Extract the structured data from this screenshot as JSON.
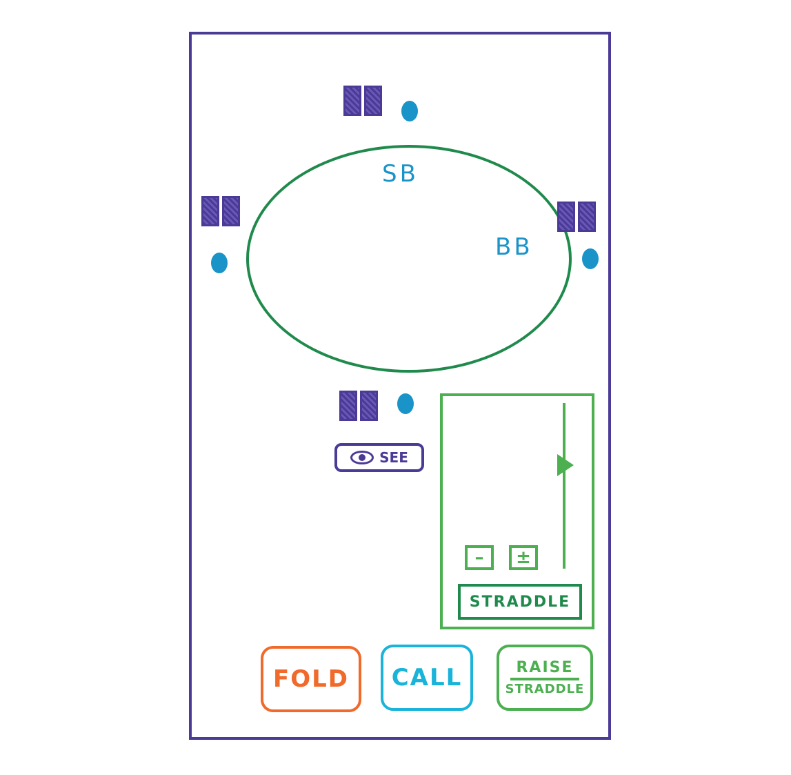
{
  "table": {
    "positions": {
      "small_blind": "SB",
      "big_blind": "BB"
    }
  },
  "player": {
    "see_label": "SEE",
    "eye_icon": "eye-icon"
  },
  "raise_panel": {
    "minus_label": "–",
    "plus_label": "±",
    "straddle_label": "STRADDLE"
  },
  "actions": {
    "fold_label": "FOLD",
    "call_label": "CALL",
    "raise_label": "RAISE",
    "raise_sub_label": "STRADDLE"
  },
  "colors": {
    "frame": "#4b3a96",
    "table": "#1f8a4c",
    "chip": "#1a93c9",
    "fold": "#f06a2b",
    "call": "#1ab3d9",
    "raise": "#4caf50"
  }
}
